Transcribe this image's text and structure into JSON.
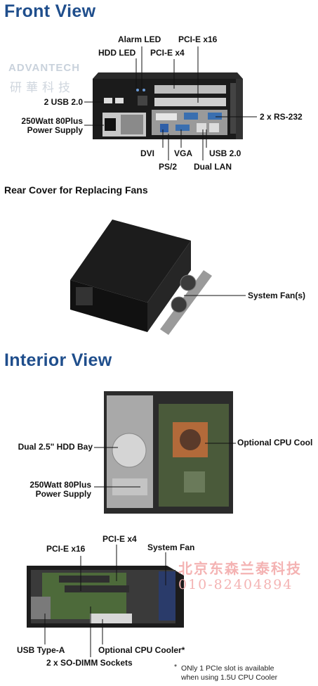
{
  "sections": {
    "front_view": "Front View",
    "rear_cover": "Rear Cover for Replacing Fans",
    "interior_view": "Interior View"
  },
  "logo": {
    "brand": "ADVANTECH",
    "chinese": "研華科技"
  },
  "watermark": {
    "line1": "北京东森兰泰科技",
    "line2": "010-82404894"
  },
  "front_labels": {
    "alarm_led": "Alarm LED",
    "pcie_x16": "PCI-E x16",
    "hdd_led": "HDD LED",
    "pcie_x4": "PCI-E x4",
    "usb20_left": "2 USB 2.0",
    "psu_line1": "250Watt 80Plus",
    "psu_line2": "Power Supply",
    "rs232": "2 x RS-232",
    "dvi": "DVI",
    "vga": "VGA",
    "usb20_bottom": "USB 2.0",
    "ps2": "PS/2",
    "dual_lan": "Dual LAN"
  },
  "rear_labels": {
    "system_fans": "System Fan(s)"
  },
  "interior_labels": {
    "hdd_bay": "Dual 2.5\" HDD Bay",
    "cpu_cooler": "Optional CPU Cool",
    "psu_line1": "250Watt 80Plus",
    "psu_line2": "Power Supply"
  },
  "side_labels": {
    "pcie_x4": "PCI-E x4",
    "pcie_x16": "PCI-E x16",
    "system_fan": "System Fan",
    "usb_type_a": "USB Type-A",
    "cpu_cooler": "Optional CPU Cooler*",
    "sodimm": "2 x SO-DIMM Sockets"
  },
  "footnote": {
    "marker": "*",
    "line1": "ONly 1 PCIe slot is available",
    "line2": "when using 1.5U CPU Cooler"
  }
}
